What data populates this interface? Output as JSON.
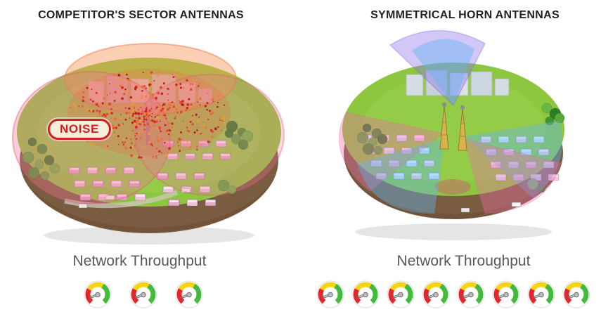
{
  "panels": {
    "left": {
      "title": "COMPETITOR'S SECTOR ANTENNAS",
      "noise_label": "NOISE",
      "throughput_label": "Network Throughput",
      "gauge_count": 3
    },
    "right": {
      "title": "SYMMETRICAL HORN ANTENNAS",
      "throughput_label": "Network Throughput",
      "gauge_count": 8
    }
  },
  "colors": {
    "title_text": "#231f20",
    "throughput_text": "#58595b",
    "noise_text": "#d21f26",
    "noise_border": "#cf2027",
    "noise_fill": "#f7eed8",
    "island_grass": "#8dc63f",
    "island_base": "#7a5c41",
    "sector_pink": "#ee78a0",
    "sector_orange": "#f49458",
    "noise_dot_red": "#cf1f26",
    "noise_dot_orange": "#ef6a2a",
    "beam_purple": "#9274eb",
    "beam_blue": "#60b6f2",
    "beam_pink": "#f06ea8",
    "gauge_red": "#e8252a",
    "gauge_yellow": "#f7d417",
    "gauge_green": "#43b93e",
    "gauge_needle": "#6d6e71"
  }
}
